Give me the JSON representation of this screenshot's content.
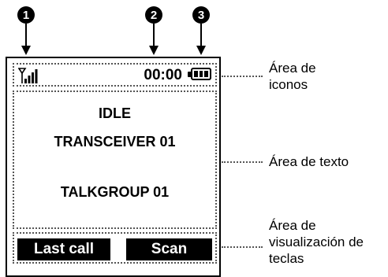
{
  "callouts": [
    "1",
    "2",
    "3"
  ],
  "status_bar": {
    "time": "00:00",
    "signal_icon": "signal-strength-icon",
    "battery_icon": "battery-full-icon"
  },
  "display": {
    "line1": "IDLE",
    "line2": "TRANSCEIVER 01",
    "line3": "TALKGROUP 01"
  },
  "softkeys": {
    "left": "Last call",
    "right": "Scan"
  },
  "annotations": {
    "icon_area_1": "Área de",
    "icon_area_2": "iconos",
    "text_area": "Área de texto",
    "keys_area_1": "Área de",
    "keys_area_2": "visualización de",
    "keys_area_3": "teclas"
  }
}
